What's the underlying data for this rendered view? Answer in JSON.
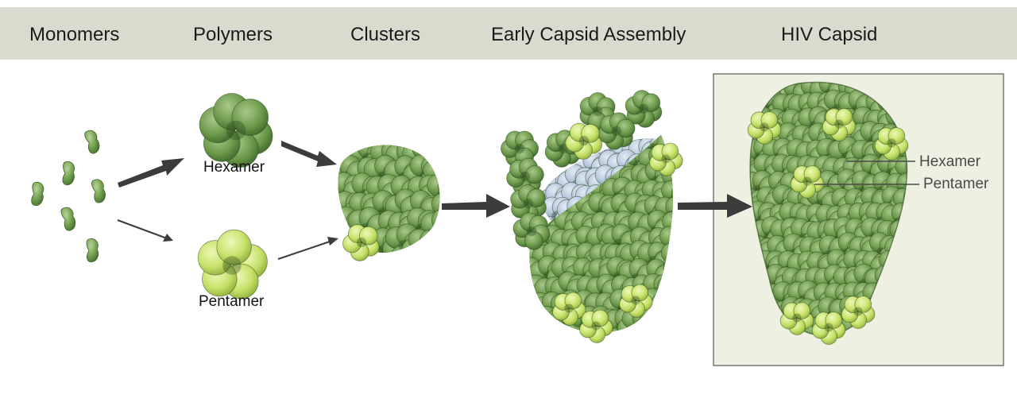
{
  "header": {
    "stages": [
      "Monomers",
      "Polymers",
      "Clusters",
      "Early Capsid Assembly",
      "HIV Capsid"
    ]
  },
  "labels": {
    "hexamer": "Hexamer",
    "pentamer": "Pentamer",
    "callout_hexamer": "Hexamer",
    "callout_pentamer": "Pentamer"
  },
  "colors": {
    "header_band": "#d8dccd",
    "hexamer_green": "#6e9a4c",
    "pentamer_yellow": "#c6e26a",
    "interior_blue": "#a9bdd6",
    "capsid_panel": "#eef1e2"
  }
}
